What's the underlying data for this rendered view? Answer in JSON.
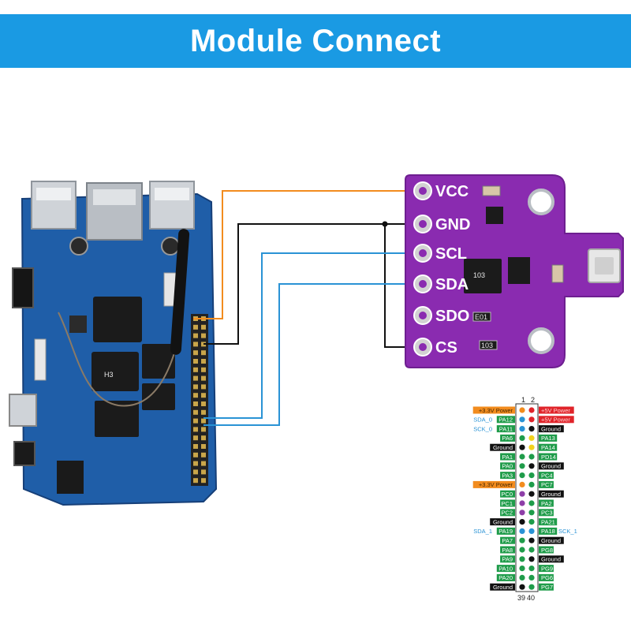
{
  "title": "Module Connect",
  "module_pins": [
    "VCC",
    "GND",
    "SCL",
    "SDA",
    "SDO",
    "CS"
  ],
  "chip_marks": [
    "103",
    "E01",
    "103"
  ],
  "header": {
    "top_numbers": [
      "1",
      "2"
    ],
    "bottom_numbers": [
      "39",
      "40"
    ],
    "left_side_labels": [
      {
        "row": 1,
        "text": "SDA_0"
      },
      {
        "row": 2,
        "text": "SCK_0"
      },
      {
        "row": 13,
        "text": "SDA_1"
      }
    ],
    "right_side_labels": [
      {
        "row": 13,
        "text": "SCK_1"
      }
    ],
    "rows": [
      {
        "left": "+3.3V Power",
        "left_kind": "power33",
        "right": "+5V Power",
        "right_kind": "power5",
        "dot_l": "#f28c1e",
        "dot_r": "#e0242a"
      },
      {
        "left": "PA12",
        "left_kind": "gpio",
        "right": "+5V Power",
        "right_kind": "power5",
        "dot_l": "#2a93d5",
        "dot_r": "#e0242a"
      },
      {
        "left": "PA11",
        "left_kind": "gpio",
        "right": "Ground",
        "right_kind": "ground",
        "dot_l": "#2a93d5",
        "dot_r": "#111111"
      },
      {
        "left": "PA6",
        "left_kind": "gpio",
        "right": "PA13",
        "right_kind": "gpio",
        "dot_l": "#1f9c4a",
        "dot_r": "#f2d21e"
      },
      {
        "left": "Ground",
        "left_kind": "ground",
        "right": "PA14",
        "right_kind": "gpio",
        "dot_l": "#111111",
        "dot_r": "#f2d21e"
      },
      {
        "left": "PA1",
        "left_kind": "gpio",
        "right": "PD14",
        "right_kind": "gpio",
        "dot_l": "#1f9c4a",
        "dot_r": "#1f9c4a"
      },
      {
        "left": "PA0",
        "left_kind": "gpio",
        "right": "Ground",
        "right_kind": "ground",
        "dot_l": "#1f9c4a",
        "dot_r": "#111111"
      },
      {
        "left": "PA3",
        "left_kind": "gpio",
        "right": "PC4",
        "right_kind": "gpio",
        "dot_l": "#1f9c4a",
        "dot_r": "#1f9c4a"
      },
      {
        "left": "+3.3V Power",
        "left_kind": "power33",
        "right": "PC7",
        "right_kind": "gpio",
        "dot_l": "#f28c1e",
        "dot_r": "#1f9c4a"
      },
      {
        "left": "PC0",
        "left_kind": "gpio",
        "right": "Ground",
        "right_kind": "ground",
        "dot_l": "#8e3fa8",
        "dot_r": "#111111"
      },
      {
        "left": "PC1",
        "left_kind": "gpio",
        "right": "PA2",
        "right_kind": "gpio",
        "dot_l": "#8e3fa8",
        "dot_r": "#1f9c4a"
      },
      {
        "left": "PC2",
        "left_kind": "gpio",
        "right": "PC3",
        "right_kind": "gpio",
        "dot_l": "#8e3fa8",
        "dot_r": "#1f9c4a"
      },
      {
        "left": "Ground",
        "left_kind": "ground",
        "right": "PA21",
        "right_kind": "gpio",
        "dot_l": "#111111",
        "dot_r": "#1f9c4a"
      },
      {
        "left": "PA19",
        "left_kind": "gpio",
        "right": "PA18",
        "right_kind": "gpio",
        "dot_l": "#2a93d5",
        "dot_r": "#2a93d5"
      },
      {
        "left": "PA7",
        "left_kind": "gpio",
        "right": "Ground",
        "right_kind": "ground",
        "dot_l": "#1f9c4a",
        "dot_r": "#111111"
      },
      {
        "left": "PA8",
        "left_kind": "gpio",
        "right": "PG8",
        "right_kind": "gpio",
        "dot_l": "#1f9c4a",
        "dot_r": "#1f9c4a"
      },
      {
        "left": "PA9",
        "left_kind": "gpio",
        "right": "Ground",
        "right_kind": "ground",
        "dot_l": "#1f9c4a",
        "dot_r": "#111111"
      },
      {
        "left": "PA10",
        "left_kind": "gpio",
        "right": "PG9",
        "right_kind": "gpio",
        "dot_l": "#1f9c4a",
        "dot_r": "#1f9c4a"
      },
      {
        "left": "PA20",
        "left_kind": "gpio",
        "right": "PG6",
        "right_kind": "gpio",
        "dot_l": "#1f9c4a",
        "dot_r": "#1f9c4a"
      },
      {
        "left": "Ground",
        "left_kind": "ground",
        "right": "PG7",
        "right_kind": "gpio",
        "dot_l": "#111111",
        "dot_r": "#1f9c4a"
      }
    ]
  },
  "colors": {
    "banner": "#1a9ae3",
    "wire_vcc": "#f28c1e",
    "wire_gnd": "#111111",
    "wire_i2c": "#2a93d5",
    "module_pcb": "#8a2bb0",
    "board_pcb": "#1f5ea8",
    "power33": "#f28c1e",
    "power5": "#e0242a",
    "ground": "#111111",
    "gpio": "#1f9c4a"
  }
}
